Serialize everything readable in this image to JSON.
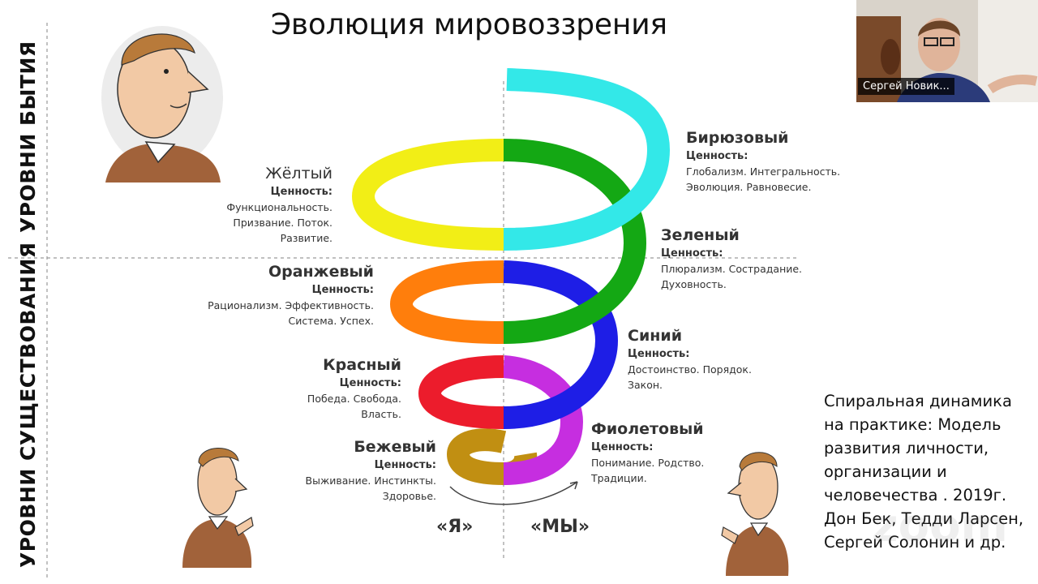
{
  "slide": {
    "title": "Эволюция мировоззрения",
    "left_labels": {
      "top": "УРОВНИ БЫТИЯ",
      "bottom": "УРОВНИ СУЩЕСТВОВАНИЯ"
    },
    "levels_right": [
      {
        "key": "turquoise",
        "name": "Бирюзовый",
        "value_label": "Ценность:",
        "desc": [
          "Глобализм. Интегральность.",
          "Эволюция. Равновесие."
        ],
        "color": "#33e8e8"
      },
      {
        "key": "green",
        "name": "Зеленый",
        "value_label": "Ценность:",
        "desc": [
          "Плюрализм. Сострадание.",
          "Духовность."
        ],
        "color": "#14a814"
      },
      {
        "key": "blue",
        "name": "Синий",
        "value_label": "Ценность:",
        "desc": [
          "Достоинство. Порядок.",
          "Закон."
        ],
        "color": "#1e1ee6"
      },
      {
        "key": "purple",
        "name": "Фиолетовый",
        "value_label": "Ценность:",
        "desc": [
          "Понимание. Родство.",
          "Традиции."
        ],
        "color": "#c62ee0"
      }
    ],
    "levels_left": [
      {
        "key": "yellow",
        "name": "Жёлтый",
        "value_label": "Ценность:",
        "desc": [
          "Функциональность.",
          "Призвание. Поток.",
          "Развитие."
        ],
        "color": "#f2ee16"
      },
      {
        "key": "orange",
        "name": "Оранжевый",
        "value_label": "Ценность:",
        "desc": [
          "Рационализм. Эффективность.",
          "Система. Успех."
        ],
        "color": "#ff7e0c"
      },
      {
        "key": "red",
        "name": "Красный",
        "value_label": "Ценность:",
        "desc": [
          "Победа. Свобода.",
          "Власть."
        ],
        "color": "#ec1c2c"
      },
      {
        "key": "beige",
        "name": "Бежевый",
        "value_label": "Ценность:",
        "desc": [
          "Выживание. Инстинкты.",
          "Здоровье."
        ],
        "color": "#c18f12"
      }
    ],
    "pronouns": {
      "i": "«Я»",
      "we": "«МЫ»"
    },
    "citation": "Спиральная динамика на практике: Модель развития личности, организации и человечества . 2019г. Дон Бек, Тедди Ларсен, Сергей Солонин и др."
  },
  "video": {
    "participant_name": "Сергей Новик...",
    "watermark": "zoom"
  }
}
